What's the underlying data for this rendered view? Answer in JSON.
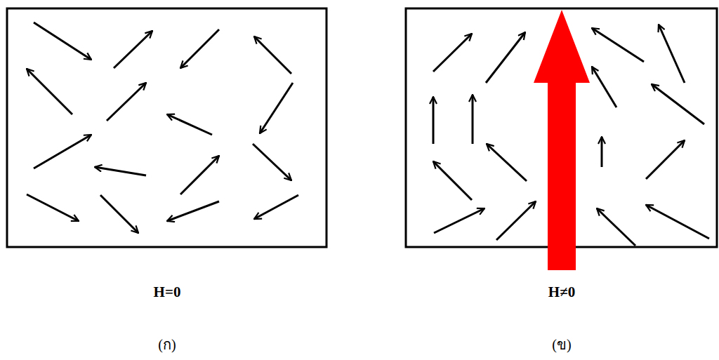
{
  "diagram": {
    "labels": [
      "H=0",
      "H≠0",
      "(ก)",
      "(ข)"
    ]
  }
}
